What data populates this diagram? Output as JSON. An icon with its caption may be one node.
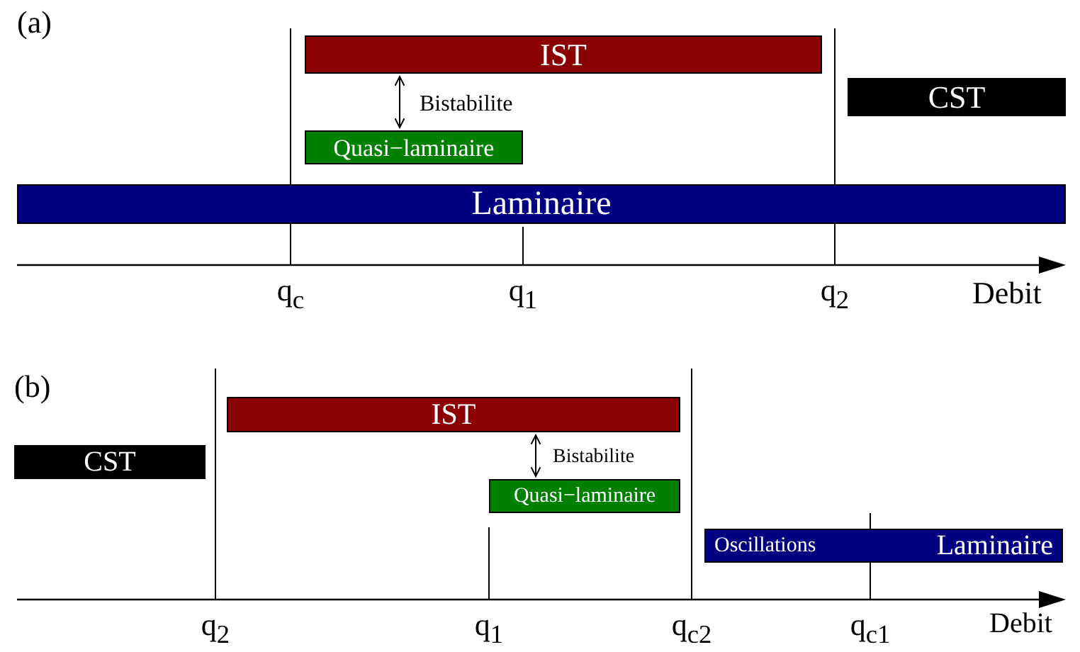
{
  "diagram": {
    "nodes": [
      {
        "text": [
          "IST"
        ]
      },
      {
        "text": [
          "CST"
        ]
      },
      {
        "text": [
          "Quasi−laminaire"
        ]
      },
      {
        "text": [
          "Laminaire"
        ]
      },
      {
        "text": [
          "CST"
        ]
      },
      {
        "text": [
          "IST"
        ]
      },
      {
        "text": [
          "Quasi−laminaire"
        ]
      },
      {
        "text": [
          "Oscillations",
          "Laminaire"
        ]
      }
    ],
    "edges": [
      {
        "from": 0,
        "to": 2,
        "arrow": "both",
        "label": "Bistabilite"
      },
      {
        "from": 5,
        "to": 6,
        "arrow": "both",
        "label": "Bistabilite"
      }
    ],
    "labels": [
      "(a)",
      "q$_{c}$",
      "q$_{1}$",
      "q$_{2}$",
      "Debit",
      "(b)",
      "q$_{2}$",
      "q$_{1}$",
      "q$_{c2}$",
      "q$_{c1}$",
      "Debit"
    ]
  }
}
